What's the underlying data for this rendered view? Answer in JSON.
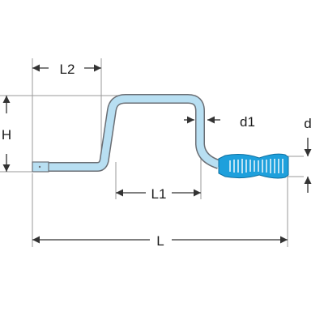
{
  "labels": {
    "l2": "L2",
    "h": "H",
    "d1": "d1",
    "d": "d",
    "l1": "L1",
    "l": "L"
  },
  "colors": {
    "tool_outline": "#6a6e74",
    "tool_fill": "#b8dff2",
    "grip_fill": "#1ea0dc",
    "grip_stripes": "#ffffff",
    "dimension_lines": "#333333",
    "extension_lines": "#9a9a9a"
  },
  "icons": {
    "tool": "offset-crank-wrench-illustration",
    "arrows": "dimension-arrowheads"
  }
}
